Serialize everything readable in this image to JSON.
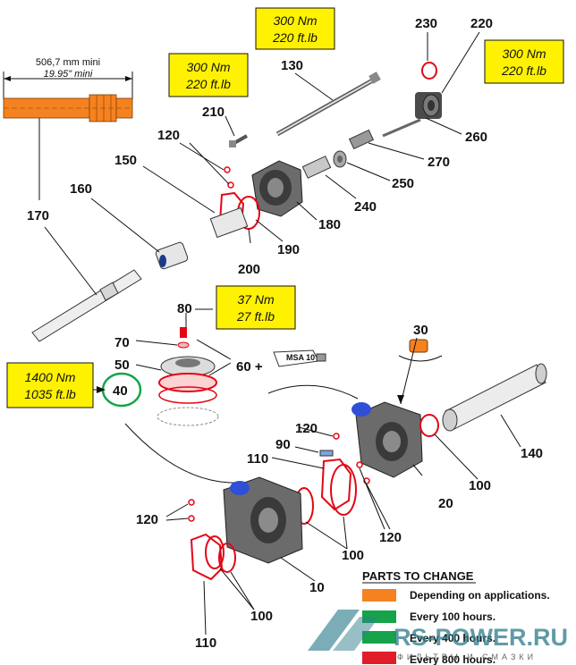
{
  "colors": {
    "torque_box": "#fff200",
    "orange_part": "#f58220",
    "green_part": "#16a34a",
    "red_part": "#e11d2a",
    "seal_red": "#e30613",
    "blue_ring": "#2e4fd6",
    "body_gray": "#6b6b6b",
    "watermark_teal": "#2f7d8c"
  },
  "dimension": {
    "metric": "506,7 mm mini",
    "imperial": "19.95\" mini"
  },
  "torques": {
    "t1": {
      "nm": "300 Nm",
      "ft": "220 ft.lb"
    },
    "t2": {
      "nm": "300 Nm",
      "ft": "220 ft.lb"
    },
    "t3": {
      "nm": "300 Nm",
      "ft": "220 ft.lb"
    },
    "t4": {
      "nm": "37 Nm",
      "ft": "27  ft.lb"
    },
    "t5": {
      "nm": "1400 Nm",
      "ft": "1035 ft.lb"
    }
  },
  "part_numbers": {
    "p10": "10",
    "p20": "20",
    "p30": "30",
    "p40": "40",
    "p50": "50",
    "p60": "60 +",
    "p70": "70",
    "p80": "80",
    "p90": "90",
    "p100a": "100",
    "p100b": "100",
    "p100c": "100",
    "p110a": "110",
    "p110b": "110",
    "p120a": "120",
    "p120b": "120",
    "p120c": "120",
    "p120d": "120",
    "p130": "130",
    "p140": "140",
    "p150": "150",
    "p160": "160",
    "p170": "170",
    "p180": "180",
    "p190": "190",
    "p200": "200",
    "p210": "210",
    "p220": "220",
    "p230": "230",
    "p240": "240",
    "p250": "250",
    "p260": "260",
    "p270": "270"
  },
  "tube_label": "MSA 10",
  "legend": {
    "title": "PARTS TO CHANGE",
    "items": [
      {
        "label": "Depending on applications.",
        "color": "#f58220"
      },
      {
        "label": "Every 100 hours.",
        "color": "#16a34a"
      },
      {
        "label": "Every 400 hours.",
        "color": "#16a34a"
      },
      {
        "label": "Every 800 hours.",
        "color": "#e11d2a"
      }
    ]
  },
  "watermark": {
    "brand": "RS-POWER.RU",
    "tagline": "ФИЛЬТРЫ И СМАЗКИ"
  }
}
